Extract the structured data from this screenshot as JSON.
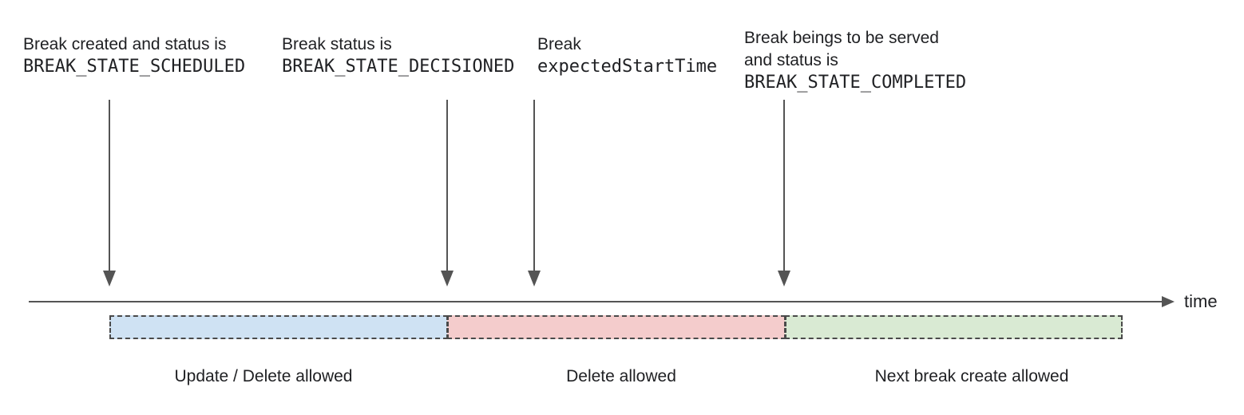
{
  "annotations": [
    {
      "line1": "Break created and status is",
      "line2": "BREAK_STATE_SCHEDULED"
    },
    {
      "line1": "Break status is",
      "line2": "BREAK_STATE_DECISIONED"
    },
    {
      "line1": "Break",
      "line2": "expectedStartTime"
    },
    {
      "line1": "Break beings to be served",
      "line2": "and status is",
      "line3": "BREAK_STATE_COMPLETED"
    }
  ],
  "timeline": {
    "axis_label": "time"
  },
  "segments": [
    {
      "label": "Update / Delete allowed",
      "color": "#cfe2f3"
    },
    {
      "label": "Delete allowed",
      "color": "#f4cccc"
    },
    {
      "label": "Next break create allowed",
      "color": "#d9ead3"
    }
  ],
  "palette": {
    "segment_blue": "#cfe2f3",
    "segment_red": "#f4cccc",
    "segment_green": "#d9ead3",
    "line_gray": "#545454",
    "border_gray": "#4a4a4a",
    "text": "#202124"
  }
}
